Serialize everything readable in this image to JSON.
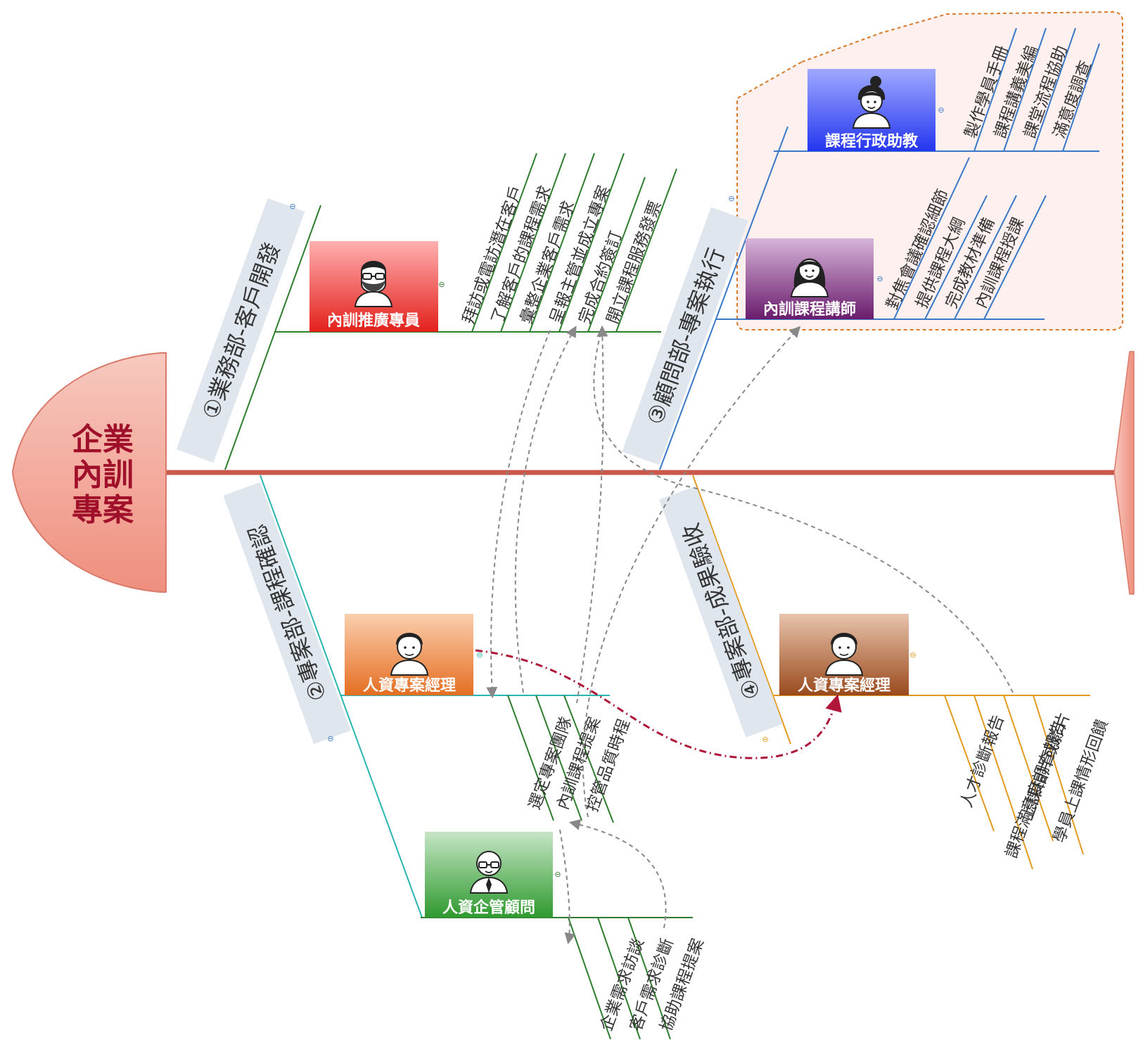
{
  "head": {
    "lines": [
      "企業",
      "內訓",
      "專案"
    ]
  },
  "branches": {
    "b1": {
      "label": "①業務部-客戶開發"
    },
    "b2": {
      "label": "②專案部-課程確認"
    },
    "b3": {
      "label": "③顧問部-專案執行"
    },
    "b4": {
      "label": "④專案部-成果驗收"
    }
  },
  "roles": {
    "promo": {
      "label": "內訓推廣專員"
    },
    "hrpm2": {
      "label": "人資專案經理"
    },
    "consult": {
      "label": "人資企管顧問"
    },
    "admin": {
      "label": "課程行政助教"
    },
    "lecturer": {
      "label": "內訓課程講師"
    },
    "hrpm4": {
      "label": "人資專案經理"
    }
  },
  "tasks": {
    "promo": [
      "拜訪或電訪潛在客戶",
      "了解客戶的課程需求",
      "彙整企業客戶需求",
      "呈報主管並成立專案",
      "完成合約簽訂",
      "開立課程服務發票"
    ],
    "hrpm2": [
      "選定專案團隊",
      "內訓課程提案",
      "控管品質時程"
    ],
    "consult": [
      "企業需求訪談",
      "客戶需求診斷",
      "協助課程提案"
    ],
    "admin": [
      "製作學員手冊",
      "課程講義美編",
      "課堂流程協助",
      "滿意度調查"
    ],
    "lecturer": [
      "對焦會議確認細節",
      "提供課程大綱",
      "完成教材準備",
      "內訓課程授課"
    ],
    "hrpm4": [
      "人才診斷報告",
      "課程滿意度調查報告",
      "上課相片或影片",
      "學員上課情形回饋"
    ]
  },
  "colors": {
    "spine": "#c9574a",
    "head_fill": "#f1a597",
    "head_text": "#a0102a",
    "b1_line": "#2f7d2f",
    "b2_line": "#2bb5b0",
    "b3_line": "#3a78c8",
    "b4_line": "#e39a1f",
    "group_border": "#d87a2a",
    "group_fill": "#fdf0ee",
    "relation_red": "#b0153a",
    "relation_gray": "#888888"
  },
  "icons": {
    "promo": "bearded-man-glasses-avatar-icon",
    "hrpm2": "man-avatar-icon",
    "consult": "bald-man-glasses-avatar-icon",
    "admin": "woman-ponytail-avatar-icon",
    "lecturer": "woman-long-hair-avatar-icon",
    "hrpm4": "man-avatar-icon",
    "collapse": "collapse-minus-icon"
  }
}
